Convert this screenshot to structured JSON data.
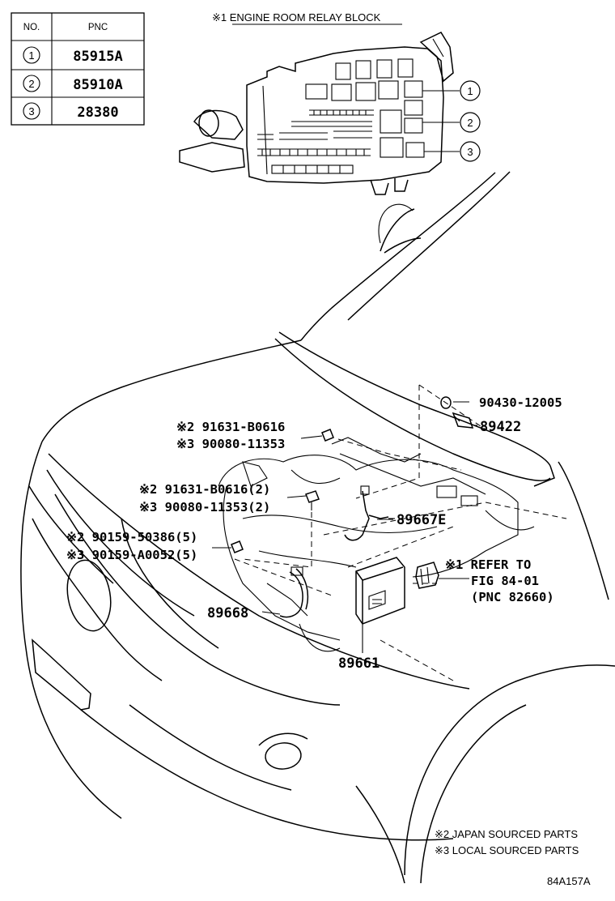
{
  "table": {
    "header_no": "NO.",
    "header_pnc": "PNC",
    "rows": [
      {
        "no": "1",
        "pnc": "85915A"
      },
      {
        "no": "2",
        "pnc": "85910A"
      },
      {
        "no": "3",
        "pnc": "28380"
      }
    ]
  },
  "relay_block_title": "※1 ENGINE ROOM RELAY BLOCK",
  "callouts": {
    "c1": "1",
    "c2": "2",
    "c3": "3"
  },
  "parts": {
    "p90430": "90430-12005",
    "p89422": "89422",
    "p91631_a": "※2 91631-B0616",
    "p90080_a": "※3 90080-11353",
    "p91631_b": "※2 91631-B0616(2)",
    "p90080_b": "※3 90080-11353(2)",
    "p89667e": "89667E",
    "p90159_a": "※2 90159-50386(5)",
    "p90159_b": "※3 90159-A0052(5)",
    "refer_1": "※1 REFER TO",
    "refer_2": "FIG 84-01",
    "refer_3": "(PNC 82660)",
    "p89668": "89668",
    "p89661": "89661"
  },
  "legend": {
    "japan": "※2 JAPAN SOURCED PARTS",
    "local": "※3 LOCAL SOURCED PARTS"
  },
  "figure_code": "84A157A"
}
